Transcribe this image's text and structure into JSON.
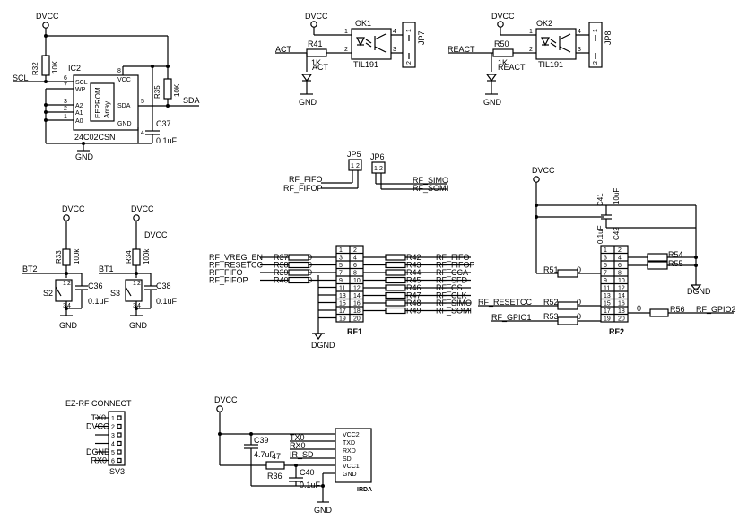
{
  "power": {
    "dvcc": "DVCC",
    "gnd": "GND",
    "dgnd": "DGND"
  },
  "eeprom": {
    "ref": "IC2",
    "part": "24C02CSN",
    "pin_scl": "SCL",
    "pin_wp": "WP",
    "pin_a2": "A2",
    "pin_a1": "A1",
    "pin_a0": "A0",
    "pin_vcc": "VCC",
    "pin_sda": "SDA",
    "pin_gnd": "GND",
    "inner_1": "EEPROM",
    "inner_2": "Array",
    "n6": "6",
    "n7": "7",
    "n3": "3",
    "n2": "2",
    "n1": "1",
    "n8": "8",
    "n5": "5",
    "n4": "4",
    "net_scl": "SCL",
    "net_sda": "SDA",
    "r32": "R32",
    "r32_val": "10K",
    "r35": "R35",
    "r35_val": "10K",
    "c37": "C37",
    "c37_val": "0.1uF"
  },
  "ok1": {
    "ref": "OK1",
    "part": "TIL191",
    "jp": "JP7",
    "net": "ACT",
    "r": "R41",
    "r_val": "1K",
    "led_net": "ACT",
    "p1": "1",
    "p2": "2",
    "p3": "3",
    "p4": "4",
    "jp1": "1",
    "jp2": "2"
  },
  "ok2": {
    "ref": "OK2",
    "part": "TIL191",
    "jp": "JP8",
    "net": "REACT",
    "r": "R50",
    "r_val": "1K",
    "led_net": "REACT",
    "p1": "1",
    "p2": "2",
    "p3": "3",
    "p4": "4",
    "jp1": "1",
    "jp2": "2"
  },
  "jumpers": {
    "jp5": "JP5",
    "jp6": "JP6",
    "fifo": "RF_FIFO",
    "fifop": "RF_FIFOP",
    "simo": "RF_SIMO",
    "somi": "RF_SOMI",
    "p1": "1",
    "p2": "2"
  },
  "rf1": {
    "ref": "RF1",
    "left_pins": [
      "1",
      "3",
      "5",
      "7",
      "9",
      "11",
      "13",
      "15",
      "17",
      "19"
    ],
    "right_pins": [
      "2",
      "4",
      "6",
      "8",
      "10",
      "12",
      "14",
      "16",
      "18",
      "20"
    ],
    "left_nets": [
      "RF_VREG_EN",
      "RF_RESETCC",
      "RF_FIFO",
      "RF_FIFOP"
    ],
    "left_res": [
      "R37",
      "R38",
      "R39",
      "R40"
    ],
    "left_vals": [
      "0",
      "0",
      "0",
      "0"
    ],
    "right_nets": [
      "RF_FIFO",
      "RF_FIFOP",
      "RF_CCA",
      "RF_SFD",
      "RF_CS",
      "RF_CLK",
      "RF_SIMO",
      "RF_SOMI"
    ],
    "right_res": [
      "R42",
      "R43",
      "R44",
      "R45",
      "R46",
      "R47",
      "R48",
      "R49"
    ],
    "right_vals": [
      "0",
      "0",
      "0",
      "0",
      "0",
      "0",
      "0",
      "0"
    ]
  },
  "rf2": {
    "ref": "RF2",
    "left_pins": [
      "1",
      "3",
      "5",
      "7",
      "9",
      "11",
      "13",
      "15",
      "17",
      "19"
    ],
    "right_pins": [
      "2",
      "4",
      "6",
      "8",
      "10",
      "12",
      "14",
      "16",
      "18",
      "20"
    ],
    "c41": "C41",
    "c41_val": "10uF",
    "c42": "C42",
    "c42_val": "0.1uF",
    "r51": "R51",
    "r51_val": "0",
    "r52": "R52",
    "r52_val": "0",
    "r53": "R53",
    "r53_val": "0",
    "r54": "R54",
    "r55": "R55",
    "r56": "R56",
    "r56_val": "0",
    "net_reset": "RF_RESETCC",
    "net_gpio1": "RF_GPIO1",
    "net_gpio2": "RF_GPIO2"
  },
  "buttons": {
    "s2": "S2",
    "s3": "S3",
    "r33": "R33",
    "r33_val": "100k",
    "r34": "R34",
    "r34_val": "100k",
    "c36": "C36",
    "c36_val": "0.1uF",
    "c38": "C38",
    "c38_val": "0.1uF",
    "bt2": "BT2",
    "bt1": "BT1",
    "p1": "1",
    "p2": "2",
    "p3": "3",
    "p4": "4"
  },
  "ezrf": {
    "title": "EZ-RF CONNECT",
    "ref": "SV3",
    "pins": [
      "1",
      "2",
      "3",
      "4",
      "5",
      "6"
    ],
    "nets": [
      "TX0",
      "DVCC",
      "",
      "",
      "DGND",
      "RX0"
    ]
  },
  "irda": {
    "ref": "IRDA",
    "c39": "C39",
    "c39_val": "4.7uF",
    "c40": "C40",
    "c40_val": "0.1uF",
    "r36": "R36",
    "r36_val": "47",
    "net_tx": "TX0",
    "net_rx": "RX0",
    "net_ir": "IR_SD",
    "pin_vcc2": "VCC2",
    "pin_txd": "TXD",
    "pin_rxd": "RXD",
    "pin_sd": "SD",
    "pin_vcc1": "VCC1",
    "pin_gnd": "GND"
  }
}
